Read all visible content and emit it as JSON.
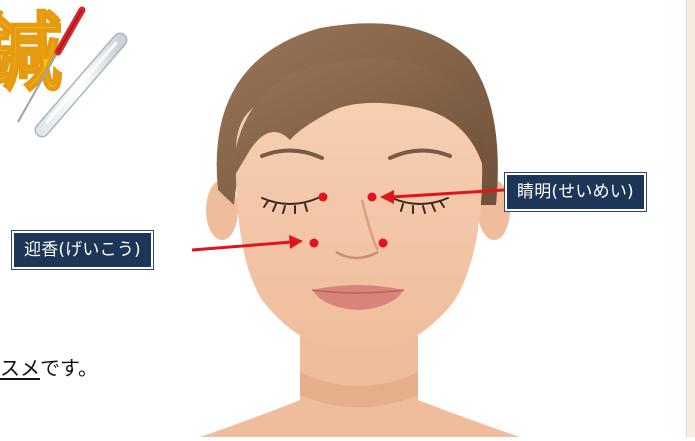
{
  "title_fragment": "鍼",
  "acupoints": [
    {
      "label": "睛明(せいめい)"
    },
    {
      "label": "迎香(げいこう)"
    }
  ],
  "caption": {
    "underlined": "スメ",
    "rest": "です。"
  },
  "colors": {
    "label_bg": "#1d3557",
    "arrow": "#e0141b",
    "point": "#e0141b",
    "skin": "#f4c7a8",
    "hair": "#8c6a4e",
    "title_fill": "#f6c51b"
  },
  "icons": [
    "acupuncture-needle-icon",
    "needle-tube-icon"
  ]
}
